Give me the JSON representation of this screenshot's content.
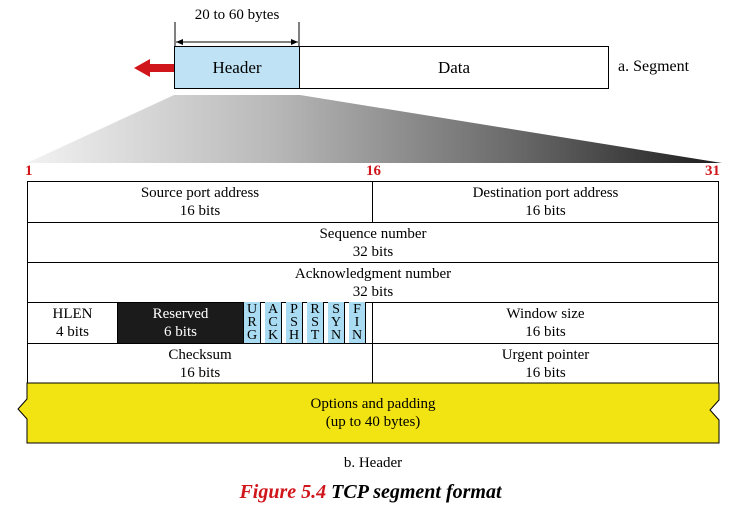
{
  "segment": {
    "size_label": "20 to 60 bytes",
    "header_label": "Header",
    "data_label": "Data",
    "caption": "a. Segment"
  },
  "bit_positions": {
    "start": "1",
    "middle": "16",
    "end": "31"
  },
  "rows": {
    "source_port": {
      "name": "Source port address",
      "size": "16 bits"
    },
    "dest_port": {
      "name": "Destination port address",
      "size": "16 bits"
    },
    "sequence": {
      "name": "Sequence number",
      "size": "32 bits"
    },
    "acknowledgment": {
      "name": "Acknowledgment number",
      "size": "32 bits"
    },
    "hlen": {
      "name": "HLEN",
      "size": "4 bits"
    },
    "reserved": {
      "name": "Reserved",
      "size": "6 bits"
    },
    "flags": [
      {
        "letters": [
          "U",
          "R",
          "G"
        ]
      },
      {
        "letters": [
          "A",
          "C",
          "K"
        ]
      },
      {
        "letters": [
          "P",
          "S",
          "H"
        ]
      },
      {
        "letters": [
          "R",
          "S",
          "T"
        ]
      },
      {
        "letters": [
          "S",
          "Y",
          "N"
        ]
      },
      {
        "letters": [
          "F",
          "I",
          "N"
        ]
      }
    ],
    "window": {
      "name": "Window size",
      "size": "16 bits"
    },
    "checksum": {
      "name": "Checksum",
      "size": "16 bits"
    },
    "urgent": {
      "name": "Urgent pointer",
      "size": "16 bits"
    },
    "options": {
      "name": "Options and padding",
      "size": "(up to 40 bytes)"
    }
  },
  "header_caption": "b. Header",
  "figure": {
    "number": "Figure 5.4",
    "title": "TCP segment format"
  },
  "colors": {
    "header_fill": "#bfe3f5",
    "flag_fill": "#a9dcf2",
    "options_fill": "#f2e313",
    "reserved_fill": "#1b1b1b",
    "accent": "#d0161b"
  }
}
